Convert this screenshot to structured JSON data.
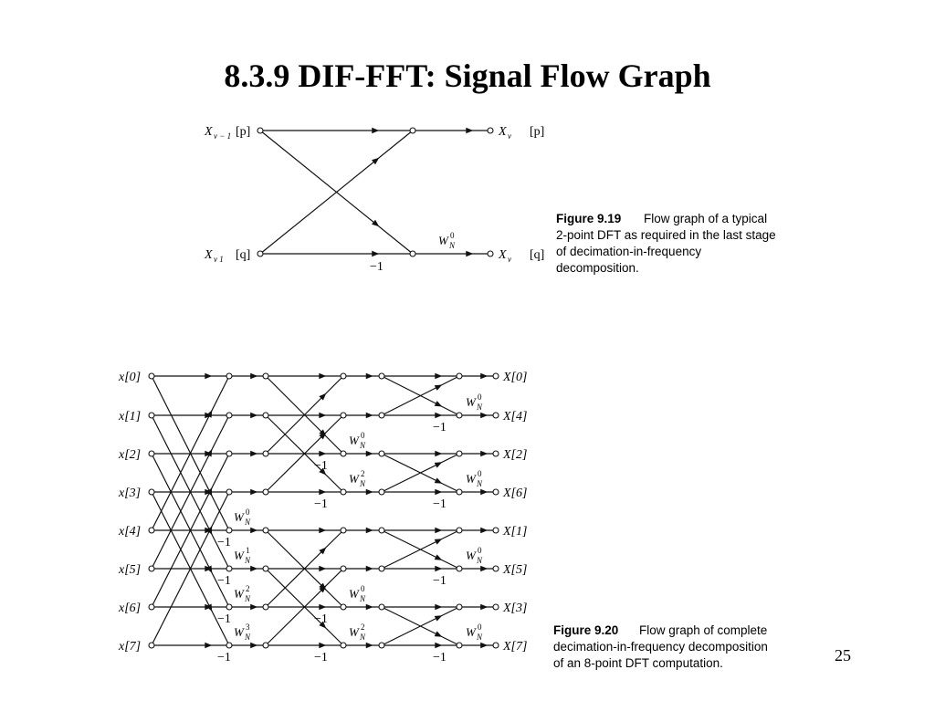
{
  "slide": {
    "title": "8.3.9 DIF-FFT: Signal Flow Graph",
    "page_number": "25"
  },
  "figure_9_19": {
    "caption_label": "Figure 9.19",
    "caption_lines": [
      "Flow graph of a typical",
      "2-point DFT as required in the last stage",
      "of decimation-in-frequency",
      "decomposition."
    ],
    "in_labels": [
      {
        "base": "X",
        "sub": "ν − 1",
        "idx": "[p]"
      },
      {
        "base": "X",
        "sub": "ν   1",
        "idx": "[q]"
      }
    ],
    "out_labels": [
      {
        "base": "X",
        "sub": "ν",
        "idx": "[p]"
      },
      {
        "base": "X",
        "sub": "ν",
        "idx": "[q]"
      }
    ],
    "twiddle": {
      "base": "W",
      "sub": "N",
      "exp": "0"
    },
    "minus_one": "−1"
  },
  "figure_9_20": {
    "caption_label": "Figure 9.20",
    "caption_lines": [
      "Flow graph of complete",
      "decimation-in-frequency decomposition",
      "of an 8-point DFT computation."
    ],
    "inputs": [
      "x[0]",
      "x[1]",
      "x[2]",
      "x[3]",
      "x[4]",
      "x[5]",
      "x[6]",
      "x[7]"
    ],
    "outputs": [
      "X[0]",
      "X[4]",
      "X[2]",
      "X[6]",
      "X[1]",
      "X[5]",
      "X[3]",
      "X[7]"
    ],
    "stage1_twiddle_exps": [
      "0",
      "1",
      "2",
      "3"
    ],
    "stage2_twiddle_exps": [
      "0",
      "2",
      "0",
      "2"
    ],
    "stage3_twiddle_exps": [
      "0",
      "0",
      "0",
      "0"
    ],
    "twiddle_base": "W",
    "twiddle_sub": "N",
    "minus_one": "−1"
  }
}
